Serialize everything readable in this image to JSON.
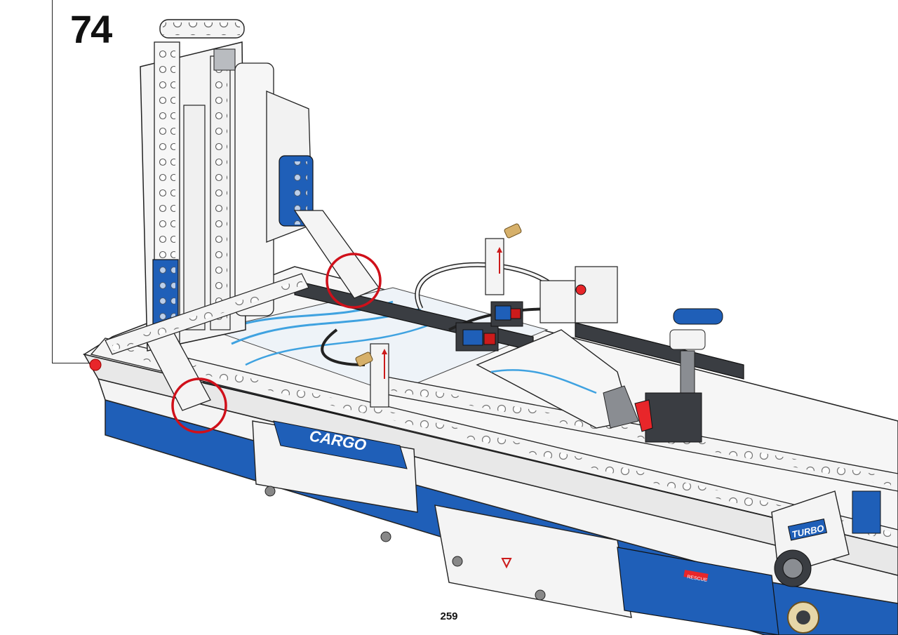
{
  "step": {
    "number": "74"
  },
  "page": {
    "number": "259"
  },
  "decals": {
    "cargo": "CARGO",
    "turbo": "TURBO",
    "rescue": "RESCUE"
  },
  "colors": {
    "brick_blue": "#1f5fb8",
    "dark_gray": "#3a3d42",
    "callout_red": "#d0101a",
    "beam_white": "#f4f4f4"
  },
  "callouts": [
    {
      "label": "callout-circle-top"
    },
    {
      "label": "callout-circle-left"
    }
  ]
}
